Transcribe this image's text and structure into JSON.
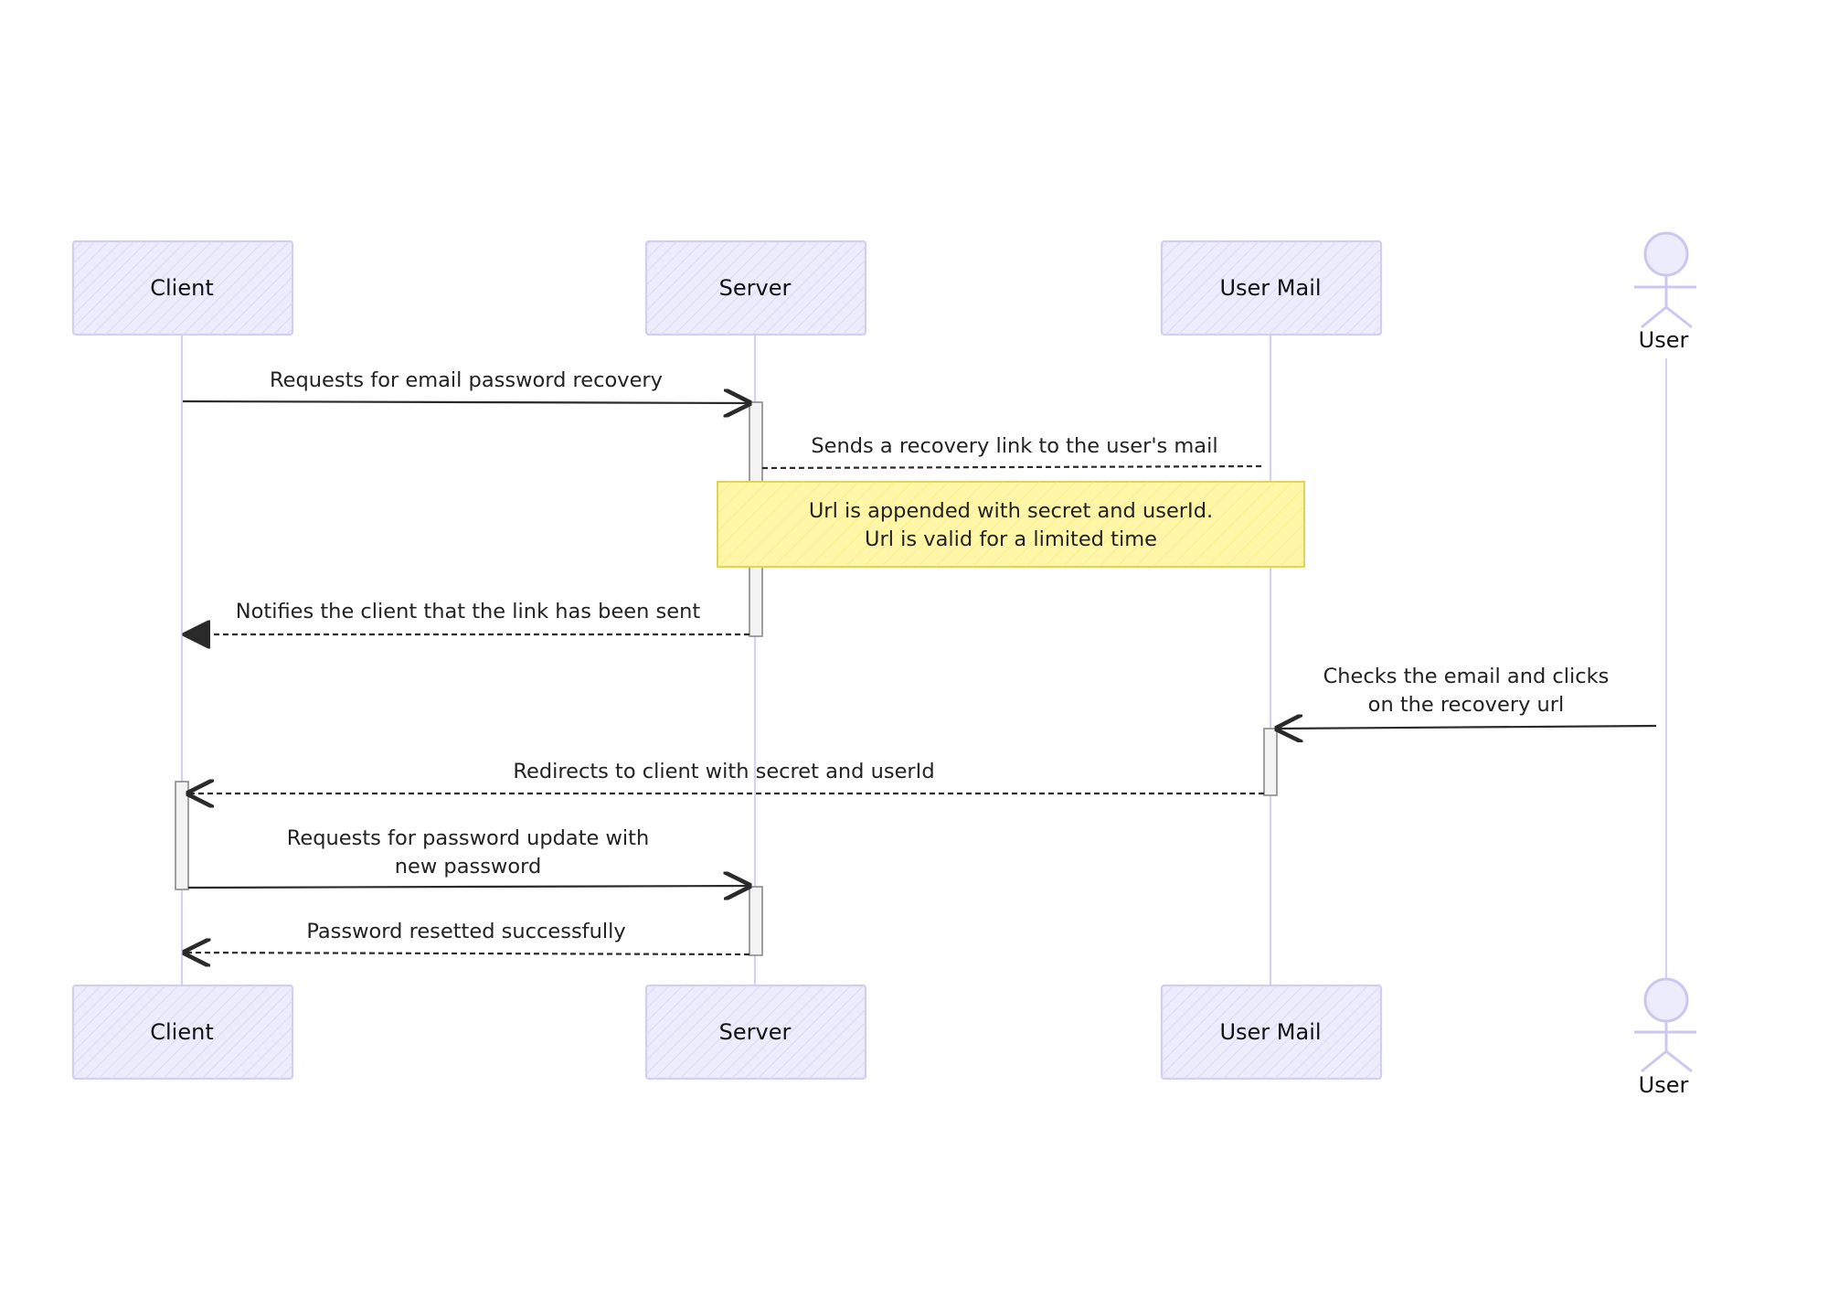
{
  "participants": {
    "client": "Client",
    "server": "Server",
    "user_mail": "User Mail",
    "user": "User"
  },
  "messages": {
    "m1": "Requests for email password recovery",
    "m2": "Sends a recovery link to the user's mail",
    "m3": "Notifies the client that the link has been sent",
    "m4_line1": "Checks the email and clicks",
    "m4_line2": "on the recovery url",
    "m5": "Redirects to client with secret and userId",
    "m6_line1": "Requests for password update with",
    "m6_line2": "new password",
    "m7": "Password resetted successfully"
  },
  "note": {
    "line1": "Url is appended with secret and userId.",
    "line2": "Url is valid for a limited time"
  },
  "colors": {
    "participant_fill": "#ececfc",
    "participant_border": "#d2cdf1",
    "lifeline": "#d6d1f2",
    "note_fill": "#fff6a8",
    "note_border": "#e0d35a",
    "arrow": "#2a2a2a"
  }
}
